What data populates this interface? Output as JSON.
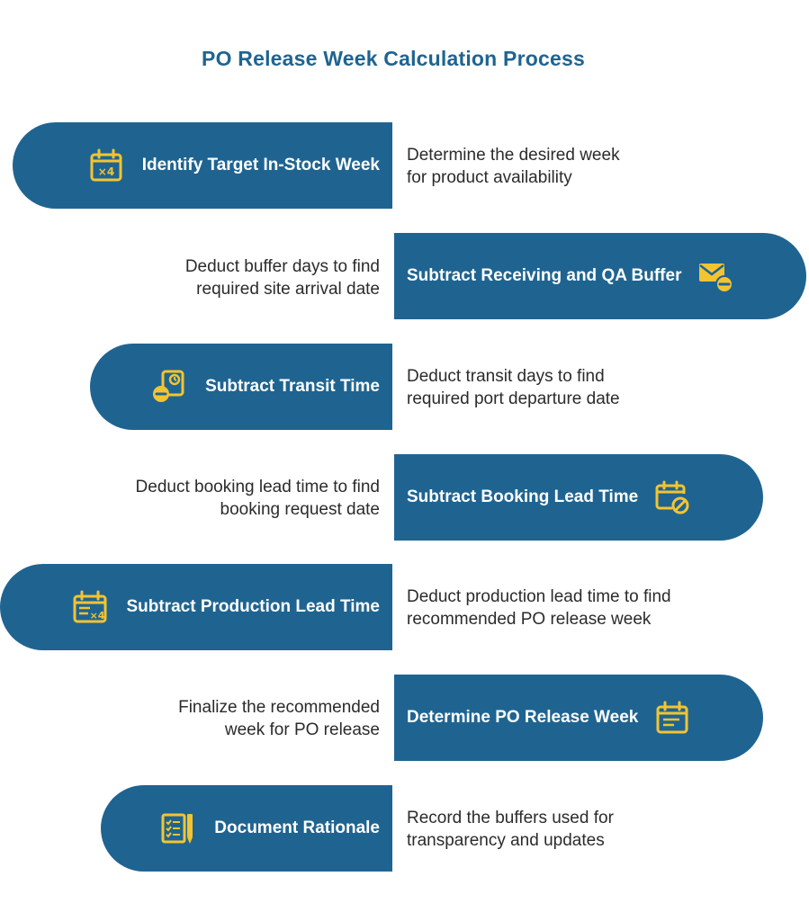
{
  "title": "PO Release Week Calculation Process",
  "colors": {
    "pill": "#1f6491",
    "icon": "#f4c430",
    "title": "#1f6491",
    "text": "#2b2b2b"
  },
  "steps": [
    {
      "label": "Identify Target In-Stock Week",
      "icon": "calendar-x4-icon",
      "desc": [
        "Determine the desired week",
        "for product availability"
      ]
    },
    {
      "label": "Subtract Receiving and QA Buffer",
      "icon": "envelope-minus-icon",
      "desc": [
        "Deduct buffer days to find",
        "required site arrival date"
      ]
    },
    {
      "label": "Subtract Transit Time",
      "icon": "document-clock-minus-icon",
      "desc": [
        "Deduct transit days to find",
        "required port departure date"
      ]
    },
    {
      "label": "Subtract Booking Lead Time",
      "icon": "calendar-cancel-icon",
      "desc": [
        "Deduct booking lead time to find",
        "booking request date"
      ]
    },
    {
      "label": "Subtract Production Lead Time",
      "icon": "calendar-list-x4-icon",
      "desc": [
        "Deduct production lead time to find",
        "recommended PO release week"
      ]
    },
    {
      "label": "Determine PO Release Week",
      "icon": "calendar-lines-icon",
      "desc": [
        "Finalize the recommended",
        "week for PO release"
      ]
    },
    {
      "label": "Document Rationale",
      "icon": "checklist-pen-icon",
      "desc": [
        "Record the buffers used for",
        "transparency and updates"
      ]
    }
  ]
}
